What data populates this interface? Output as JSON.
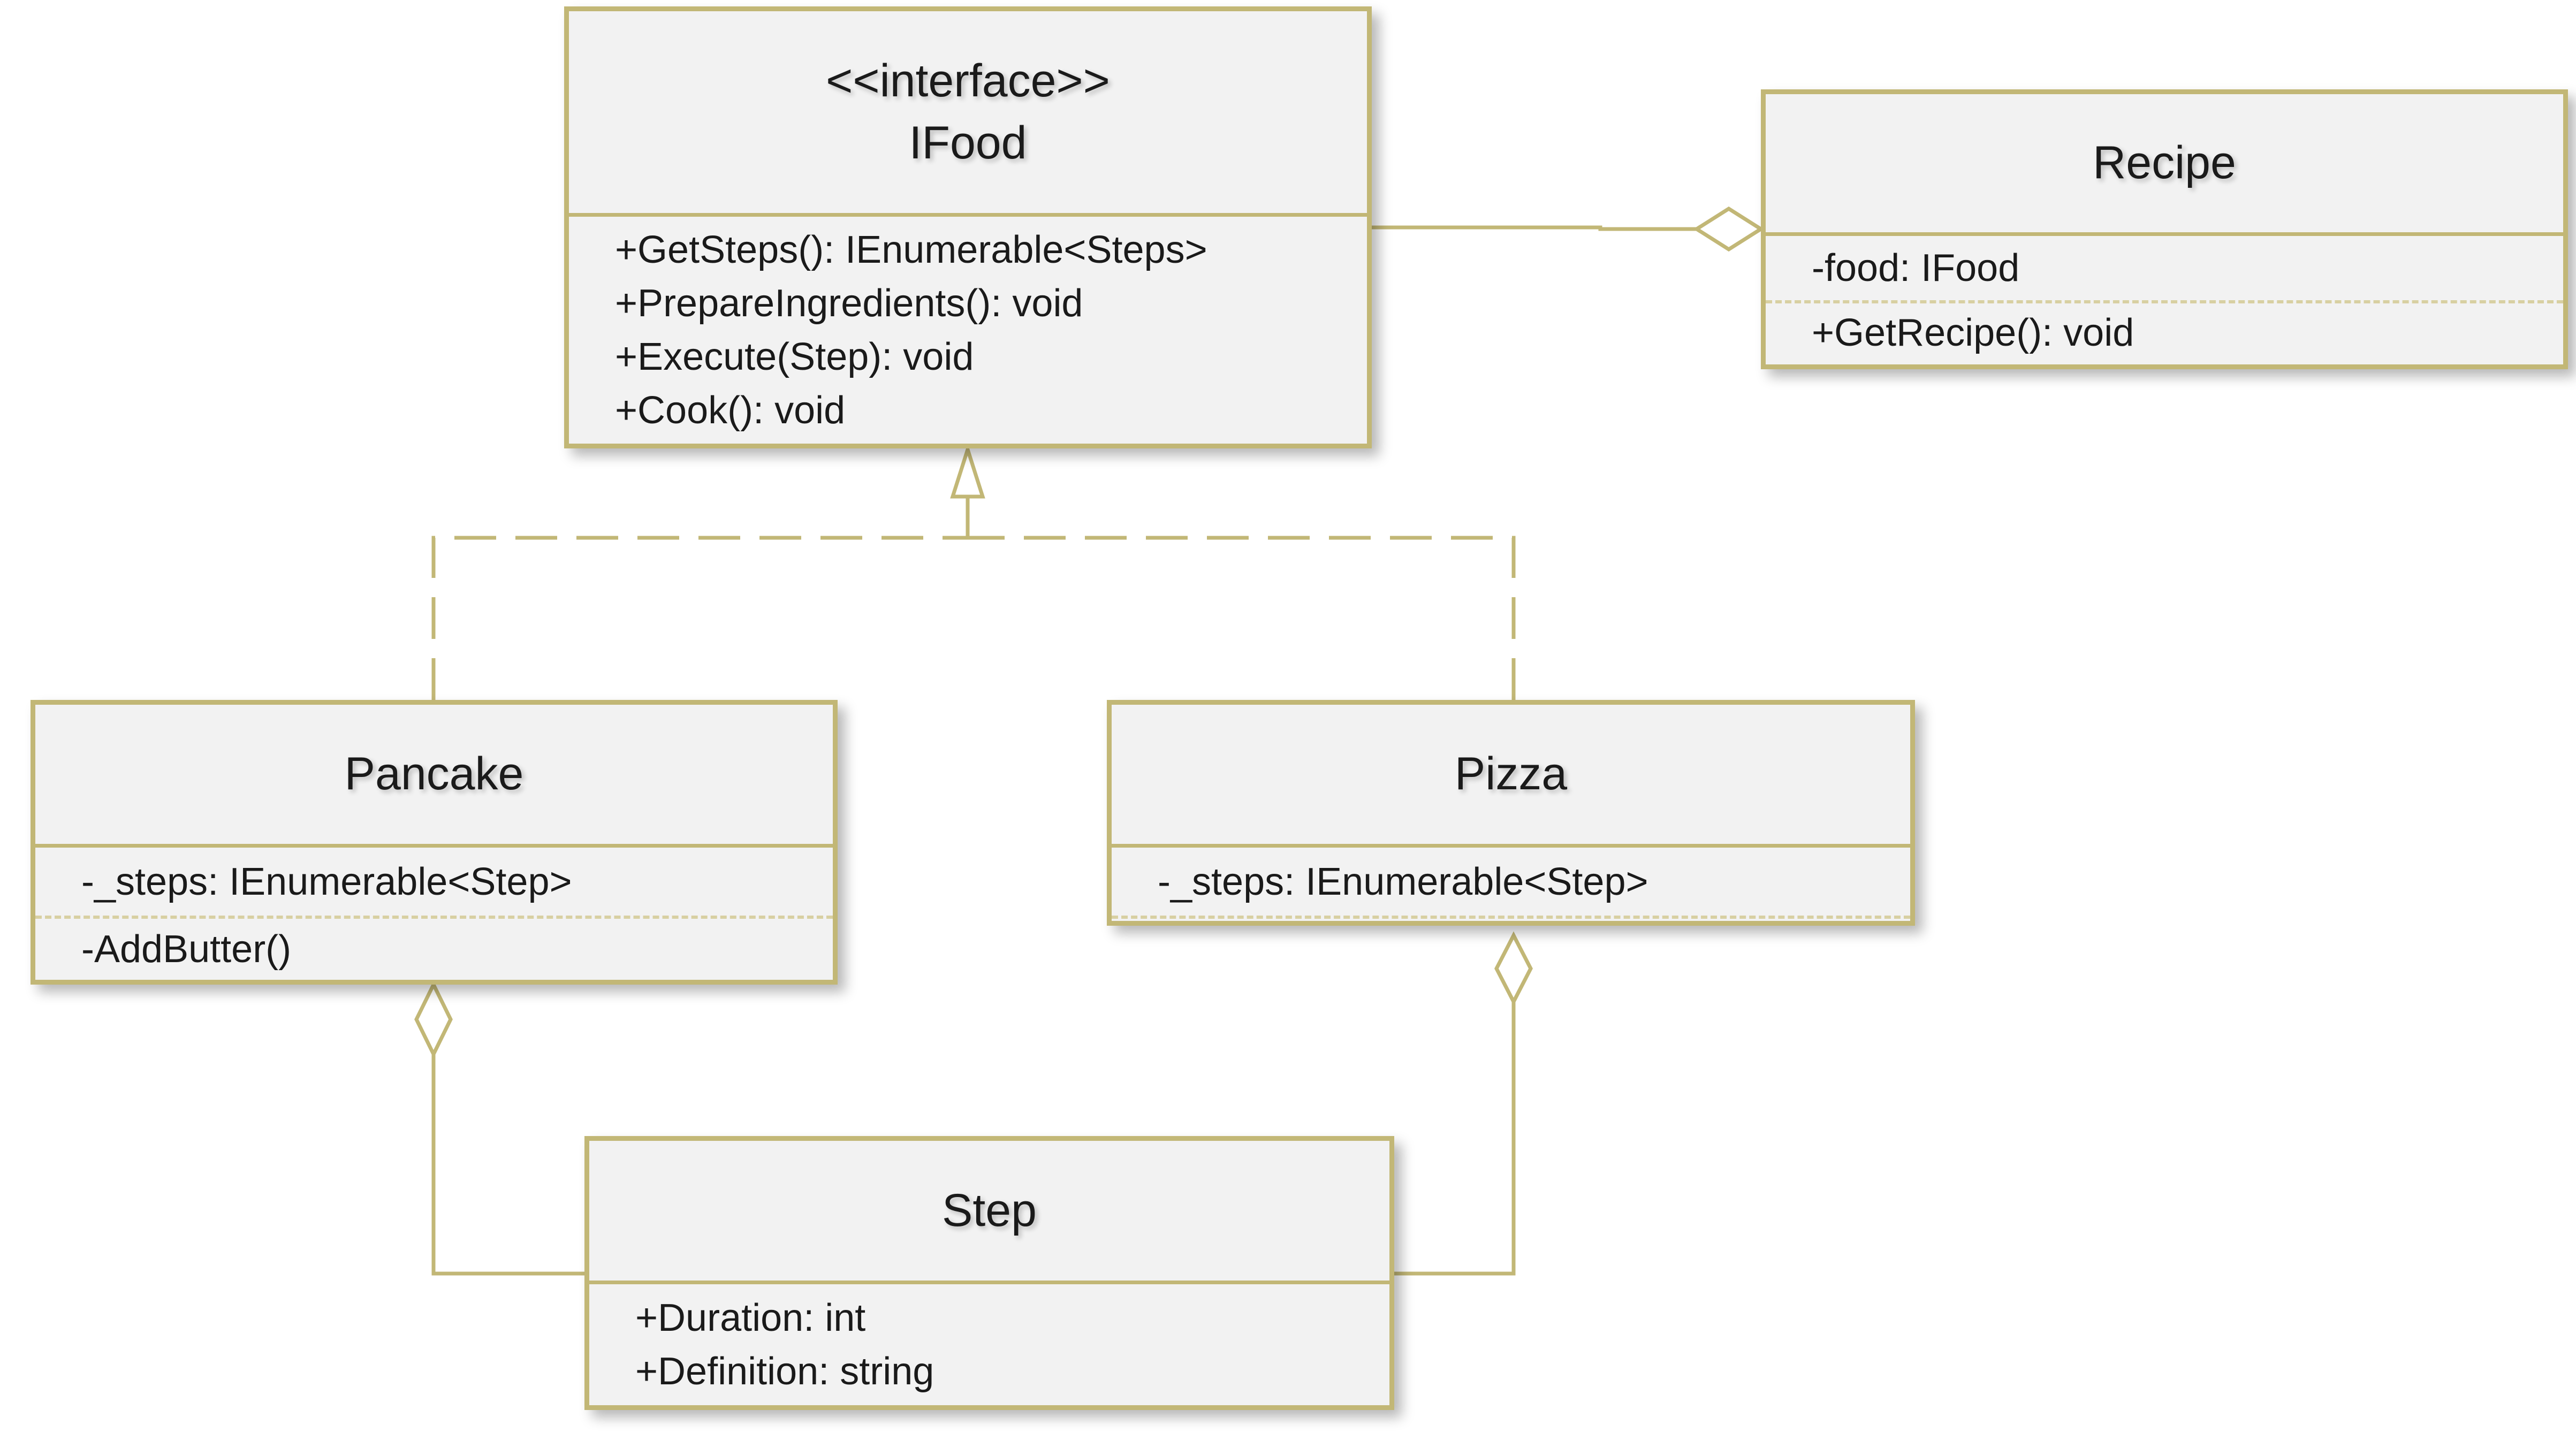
{
  "classes": {
    "ifood": {
      "stereotype": "<<interface>>",
      "name": "IFood",
      "attributes": [],
      "methods": [
        "+GetSteps(): IEnumerable<Steps>",
        "+PrepareIngredients(): void",
        "+Execute(Step): void",
        "+Cook(): void"
      ]
    },
    "recipe": {
      "name": "Recipe",
      "attributes": [
        "-food: IFood"
      ],
      "methods": [
        "+GetRecipe(): void"
      ]
    },
    "pancake": {
      "name": "Pancake",
      "attributes": [
        "-_steps: IEnumerable<Step>"
      ],
      "methods": [
        "-AddButter()"
      ]
    },
    "pizza": {
      "name": "Pizza",
      "attributes": [
        "-_steps: IEnumerable<Step>"
      ],
      "methods": []
    },
    "step": {
      "name": "Step",
      "attributes": [
        "+Duration: int",
        "+Definition: string"
      ],
      "methods": []
    }
  },
  "relations": [
    {
      "type": "aggregation",
      "whole": "Recipe",
      "part": "IFood"
    },
    {
      "type": "realization",
      "from": "Pancake",
      "to": "IFood"
    },
    {
      "type": "realization",
      "from": "Pizza",
      "to": "IFood"
    },
    {
      "type": "aggregation",
      "whole": "Pancake",
      "part": "Step"
    },
    {
      "type": "aggregation",
      "whole": "Pizza",
      "part": "Step"
    }
  ],
  "colors": {
    "border": "#c2b776",
    "fill": "#f2f2f2",
    "dotted_separator": "#d8d0a2",
    "text": "#1a1a1a"
  }
}
